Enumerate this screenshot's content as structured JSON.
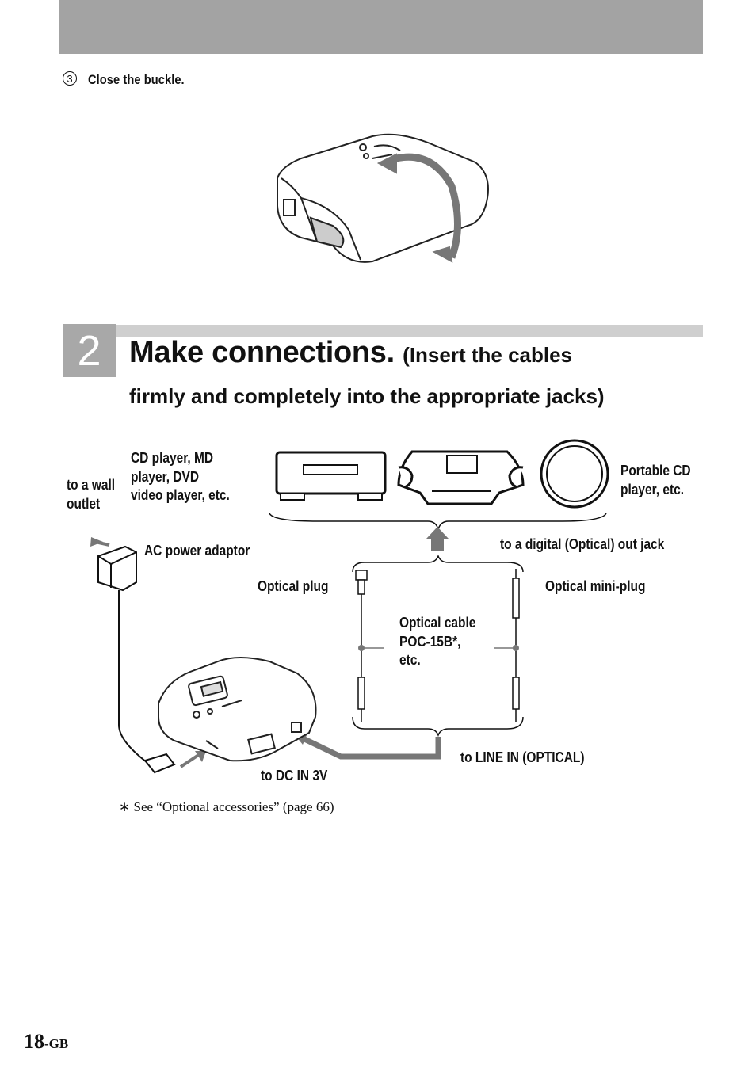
{
  "step": {
    "number": "3",
    "text": "Close the buckle."
  },
  "section": {
    "number": "2",
    "title": "Make connections.",
    "subtitle_part1": "(Insert the cables",
    "subtitle_part2": "firmly and completely into the appropriate jacks)"
  },
  "labels": {
    "cd_player": [
      "CD player, MD",
      "player, DVD",
      "video player, etc."
    ],
    "wall_outlet": [
      "to a wall",
      "outlet"
    ],
    "portable_cd": [
      "Portable CD",
      "player, etc."
    ],
    "ac_adaptor": "AC power adaptor",
    "digital_out": "to a digital (Optical) out jack",
    "optical_plug": "Optical plug",
    "optical_mini_plug": "Optical mini-plug",
    "optical_cable": [
      "Optical cable",
      "POC-15B*,",
      "etc."
    ],
    "line_in": "to LINE IN (OPTICAL)",
    "dc_in": "to DC IN 3V"
  },
  "footnote": "∗ See “Optional accessories” (page 66)",
  "page": {
    "number": "18",
    "suffix": "-GB"
  }
}
